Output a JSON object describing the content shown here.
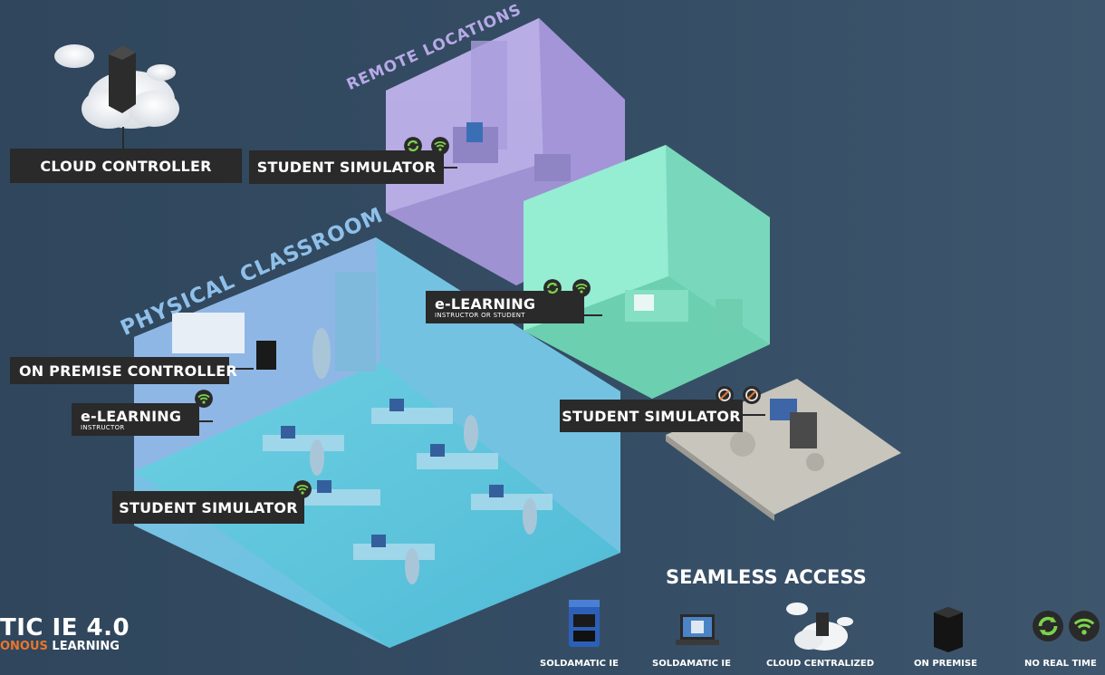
{
  "zones": {
    "remote": "REMOTE LOCATIONS",
    "classroom": "PHYSICAL CLASSROOM"
  },
  "labels": {
    "cloud_controller": "CLOUD CONTROLLER",
    "student_sim_remote": "STUDENT SIMULATOR",
    "elearning_remote": "e-LEARNING",
    "elearning_remote_sub": "INSTRUCTOR OR STUDENT",
    "on_premise_controller": "ON PREMISE CONTROLLER",
    "elearning_classroom": "e-LEARNING",
    "elearning_classroom_sub": "INSTRUCTOR",
    "student_sim_offline": "STUDENT SIMULATOR",
    "student_sim_classroom": "STUDENT SIMULATOR"
  },
  "footer": {
    "title": "SEAMLESS ACCESS",
    "items": [
      {
        "label": "SOLDAMATIC IE"
      },
      {
        "label": "SOLDAMATIC IE"
      },
      {
        "label": "CLOUD CENTRALIZED"
      },
      {
        "label": "ON PREMISE"
      },
      {
        "label": "NO REAL TIME"
      }
    ]
  },
  "brand": {
    "line1": "TIC IE 4.0",
    "line2_accent": "ONOUS",
    "line2_rest": " LEARNING"
  },
  "colors": {
    "remote_room": "#a89bd9",
    "elearning_room": "#7ddcc0",
    "classroom": "#6fc4e0",
    "label_bg": "#2a2a2a",
    "badge_green": "#7cd34a",
    "accent_orange": "#e8762b"
  }
}
